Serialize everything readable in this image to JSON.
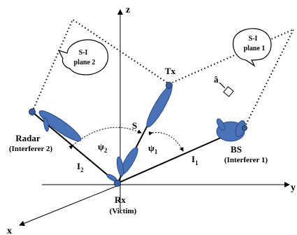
{
  "diagram": {
    "axes": {
      "z": "z",
      "y": "y",
      "x": "x"
    },
    "bubbles": {
      "plane2": {
        "line1": "S-I",
        "line2": "plane 2"
      },
      "plane1": {
        "line1": "S-I",
        "line2": "plane 1"
      }
    },
    "nodes": {
      "tx": "Tx",
      "rx": "Rx",
      "rx_role": "(Victim)",
      "radar": "Radar",
      "radar_role": "(Interferer 2)",
      "bs": "BS",
      "bs_role": "(Interferer 1)"
    },
    "vector_labels": {
      "s": "S",
      "i1_base": "I",
      "i1_sub": "1",
      "i2_base": "I",
      "i2_sub": "2",
      "psi1_base": "ψ",
      "psi1_sub": "1",
      "psi2_base": "ψ",
      "psi2_sub": "2",
      "normal": "â"
    },
    "colors": {
      "beam": "#4a72b8",
      "beam_edge": "#2a4a86",
      "line": "#000000"
    }
  }
}
